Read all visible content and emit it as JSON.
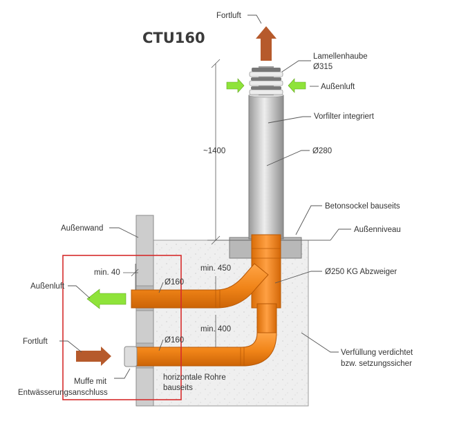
{
  "title": "CTU160",
  "labels": {
    "fortluft_top": "Fortluft",
    "lamellenhaube": "Lamellenhaube",
    "lamellenhaube_dia": "Ø315",
    "aussenluft_right": "Außenluft",
    "vorfilter": "Vorfilter integriert",
    "dia_280": "Ø280",
    "dim_1400": "~1400",
    "betonsockel": "Betonsockel bauseits",
    "aussenniveau": "Außenniveau",
    "aussenwand": "Außenwand",
    "min_40": "min. 40",
    "min_450": "min. 450",
    "kg_abzweiger": "Ø250 KG Abzweiger",
    "aussenluft_left": "Außenluft",
    "dia_160_upper": "Ø160",
    "min_400": "min. 400",
    "fortluft_left": "Fortluft",
    "dia_160_lower": "Ø160",
    "verfuellung_1": "Verfüllung verdichtet",
    "verfuellung_2": "bzw. setzungssicher",
    "muffe_1": "Muffe mit",
    "muffe_2": "Entwässerungsanschluss",
    "horizontale_1": "horizontale Rohre",
    "horizontale_2": "bauseits"
  },
  "colors": {
    "pipe_orange": "#f28a1e",
    "fortluft_arrow": "#b65a2c",
    "aussenluft_arrow": "#8fe33a",
    "highlight_box": "#d62b2b",
    "fill_soil": "#ececec",
    "wall": "#c8c8c8"
  }
}
